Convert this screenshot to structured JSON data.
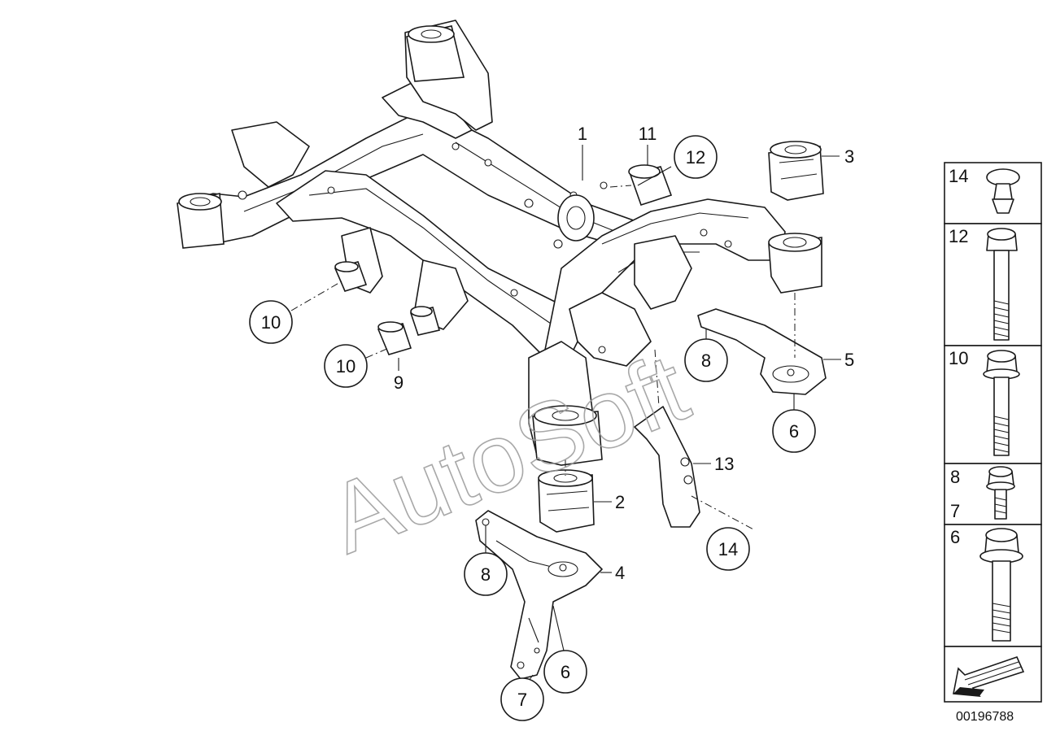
{
  "callouts": {
    "c1": "1",
    "c2": "2",
    "c3": "3",
    "c4": "4",
    "c5": "5",
    "c6a": "6",
    "c6b": "6",
    "c7": "7",
    "c8a": "8",
    "c8b": "8",
    "c9": "9",
    "c10a": "10",
    "c10b": "10",
    "c11": "11",
    "c12": "12",
    "c13": "13",
    "c14": "14"
  },
  "sidebar": {
    "items": [
      {
        "label": "14"
      },
      {
        "label": "12"
      },
      {
        "label": "10"
      },
      {
        "label": "8",
        "label2": "7"
      },
      {
        "label": "6"
      }
    ]
  },
  "watermark": "AutoSoft",
  "diagram_number": "00196788"
}
